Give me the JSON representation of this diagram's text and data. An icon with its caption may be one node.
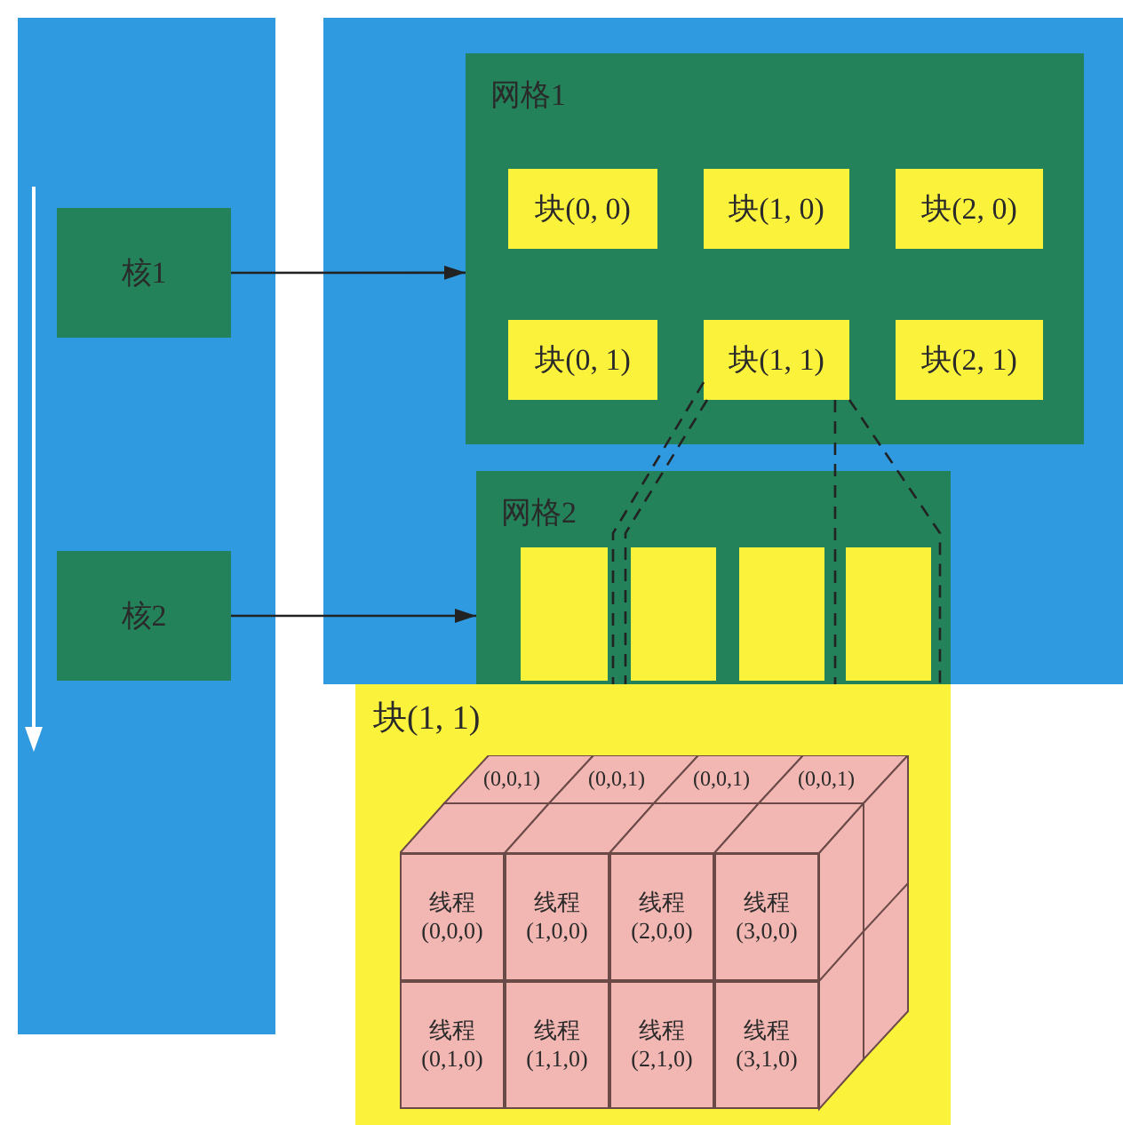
{
  "diagram": {
    "nodes": [
      {
        "text": [],
        "shape": "box"
      },
      {
        "text": [
          "核1"
        ],
        "in": 0
      },
      {
        "text": [
          "核2"
        ],
        "in": 0
      },
      {
        "text": [],
        "shape": "box"
      },
      {
        "text": [
          "网格1"
        ],
        "in": 3
      },
      {
        "text": [
          "块(0, 0)"
        ],
        "in": 4
      },
      {
        "text": [
          "块(1, 0)"
        ],
        "in": 4
      },
      {
        "text": [
          "块(2, 0)"
        ],
        "in": 4
      },
      {
        "text": [
          "块(0, 1)"
        ],
        "in": 4
      },
      {
        "text": [
          "块(1, 1)"
        ],
        "in": 4
      },
      {
        "text": [
          "块(2, 1)"
        ],
        "in": 4
      },
      {
        "text": [
          "网格2"
        ],
        "in": 3
      },
      {
        "text": [],
        "shape": "box",
        "in": 11
      },
      {
        "text": [],
        "shape": "box",
        "in": 11
      },
      {
        "text": [],
        "shape": "box",
        "in": 11
      },
      {
        "text": [],
        "shape": "box",
        "in": 11
      },
      {
        "text": [
          "块(1, 1)"
        ]
      },
      {
        "text": [
          "线程 (0,0,0)"
        ],
        "in": 16
      },
      {
        "text": [
          "线程 (1,0,0)"
        ],
        "in": 16
      },
      {
        "text": [
          "线程 (2,0,0)"
        ],
        "in": 16
      },
      {
        "text": [
          "线程 (3,0,0)"
        ],
        "in": 16
      },
      {
        "text": [
          "线程 (0,1,0)"
        ],
        "in": 16
      },
      {
        "text": [
          "线程 (1,1,0)"
        ],
        "in": 16
      },
      {
        "text": [
          "线程 (2,1,0)"
        ],
        "in": 16
      },
      {
        "text": [
          "线程 (3,1,0)"
        ],
        "in": 16
      }
    ],
    "edges": [
      {
        "from": 1,
        "to": 4,
        "arrow": "to"
      },
      {
        "from": 2,
        "to": 11,
        "arrow": "to"
      },
      {
        "from": 9,
        "to": 16,
        "arrow": "none",
        "style": "dashed"
      },
      {
        "from": 9,
        "to": 16,
        "arrow": "none",
        "style": "dashed"
      },
      {
        "from": 9,
        "to": 16,
        "arrow": "none",
        "style": "dashed"
      },
      {
        "from": 9,
        "to": 16,
        "arrow": "none",
        "style": "dashed"
      }
    ],
    "labels": [
      "(0,0,1)",
      "(0,0,1)",
      "(0,0,1)",
      "(0,0,1)"
    ]
  }
}
